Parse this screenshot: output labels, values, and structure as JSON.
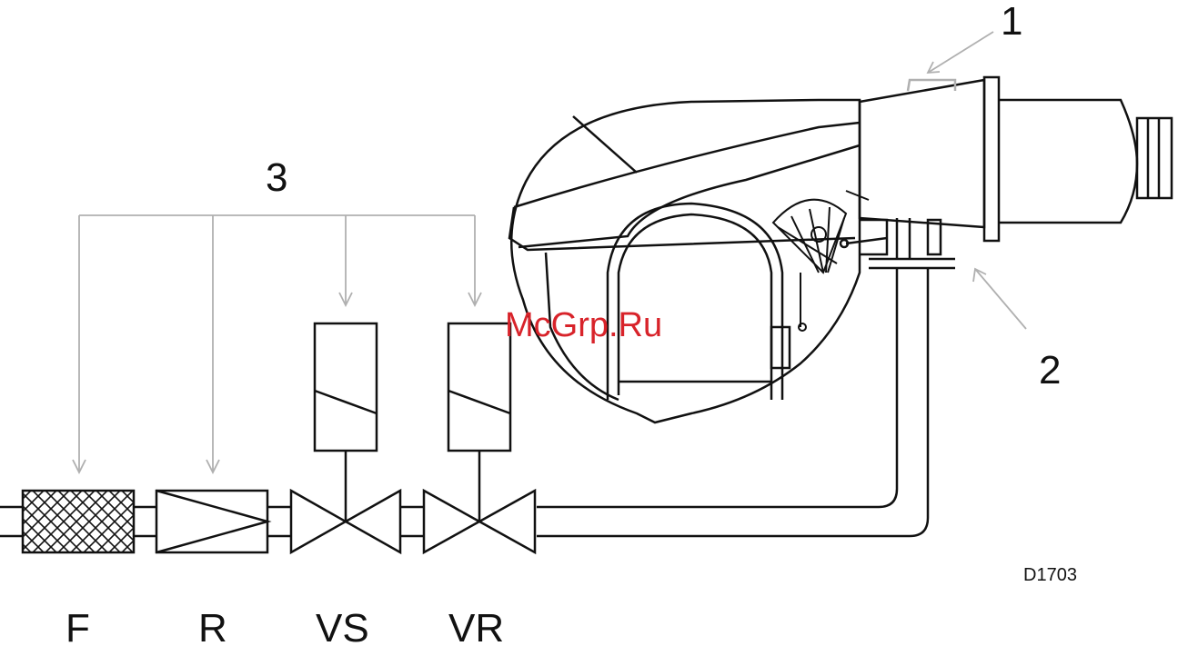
{
  "labels": {
    "callout_1": "1",
    "callout_2": "2",
    "callout_3": "3",
    "filter": "F",
    "regulator": "R",
    "safety_valve": "VS",
    "regulating_valve": "VR",
    "drawing_code": "D1703"
  },
  "watermark": "McGrp.Ru",
  "colors": {
    "line": "#111111",
    "leader": "#b0b0b0",
    "watermark": "#d8232a"
  }
}
